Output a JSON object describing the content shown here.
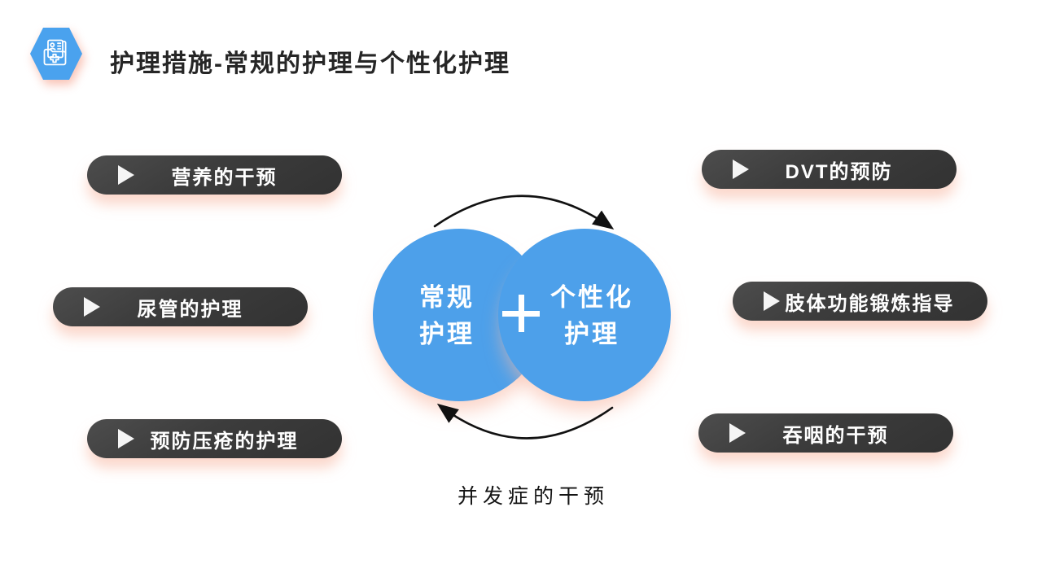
{
  "slide": {
    "title": "护理措施-常规的护理与个性化护理"
  },
  "icons": {
    "header": "medical-records-folder-icon",
    "bullet": "play-triangle-icon",
    "center": "plus-icon",
    "arrows": "curved-cycle-arrows"
  },
  "left_items": [
    {
      "label": "营养的干预"
    },
    {
      "label": "尿管的护理"
    },
    {
      "label": "预防压疮的护理"
    }
  ],
  "right_items": [
    {
      "label": "DVT的预防"
    },
    {
      "label": "肢体功能锻炼指导"
    },
    {
      "label": "吞咽的干预"
    }
  ],
  "center": {
    "left_circle": {
      "line1": "常规",
      "line2": "护理"
    },
    "right_circle": {
      "line1": "个性化",
      "line2": "护理"
    },
    "caption": "并发症的干预"
  },
  "colors": {
    "accent_blue": "#4da0ea",
    "hexagon_blue": "#4aa2ee",
    "pill_dark": "#3c3c3c",
    "shadow_peach": "#f7b6a0",
    "title_text": "#262626",
    "arrow_black": "#111111",
    "label_white": "#ffffff"
  }
}
